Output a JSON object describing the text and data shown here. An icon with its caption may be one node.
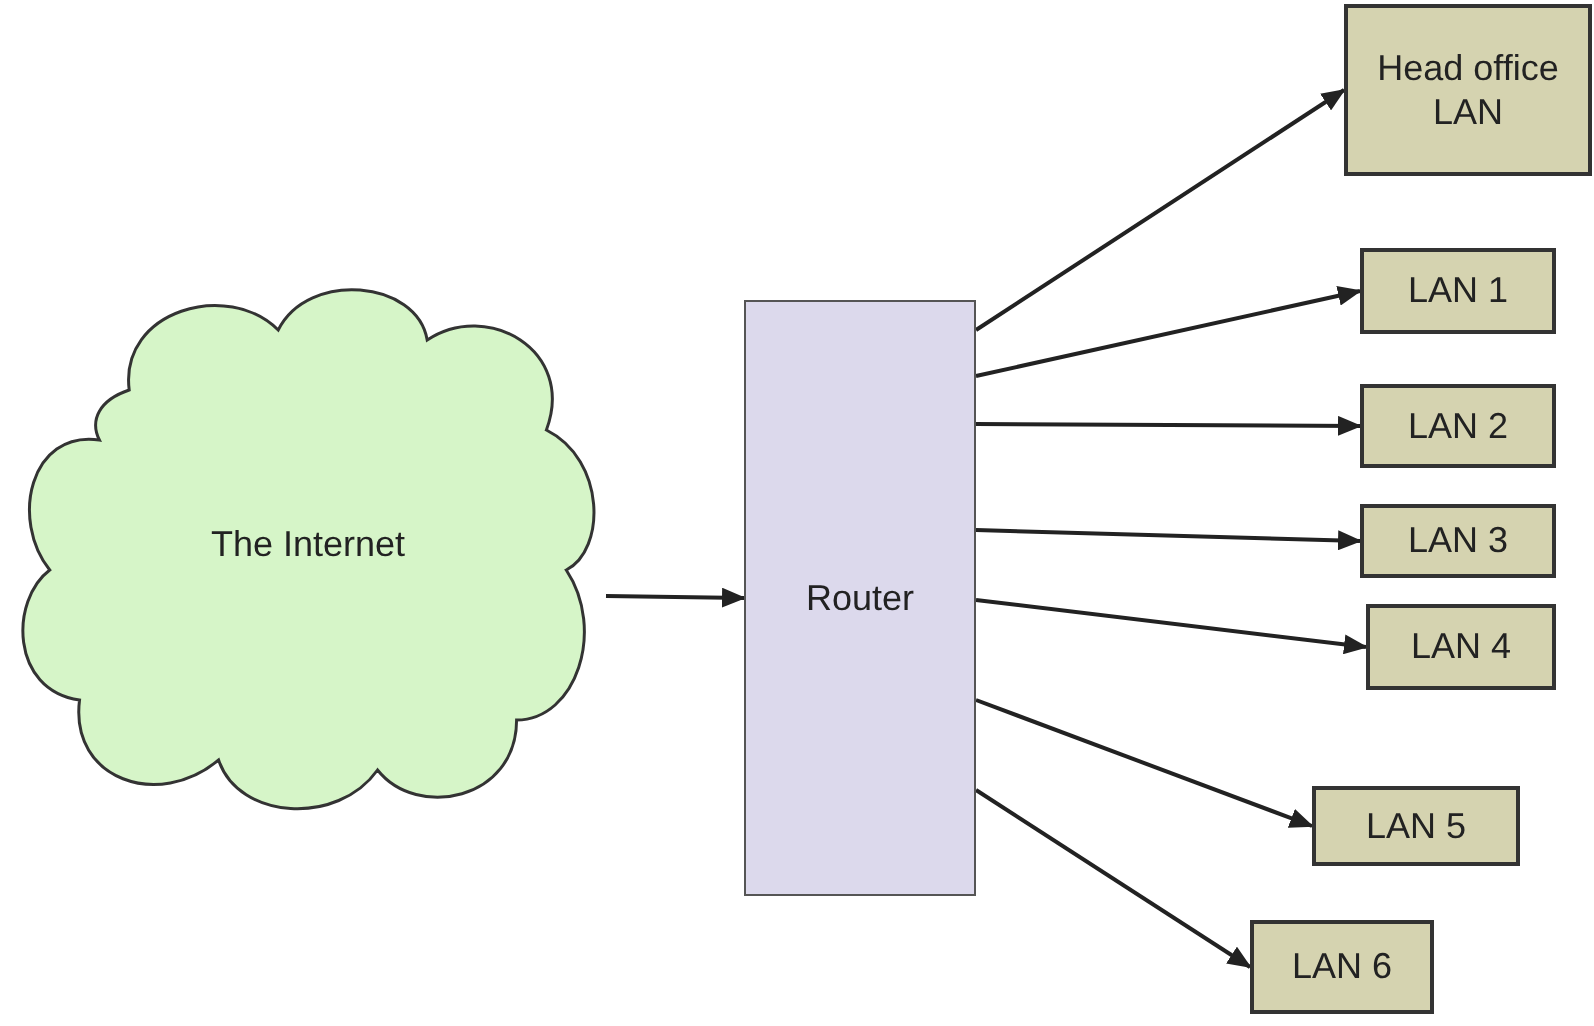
{
  "diagram": {
    "nodes": [
      {
        "text": [
          "The Internet"
        ]
      },
      {
        "text": [
          "Router"
        ]
      },
      {
        "text": [
          "Head office LAN"
        ]
      },
      {
        "text": [
          "LAN 1"
        ]
      },
      {
        "text": [
          "LAN 2"
        ]
      },
      {
        "text": [
          "LAN 3"
        ]
      },
      {
        "text": [
          "LAN 4"
        ]
      },
      {
        "text": [
          "LAN 5"
        ]
      },
      {
        "text": [
          "LAN 6"
        ]
      }
    ],
    "edges": [
      {
        "from": 0,
        "to": 1,
        "arrow": "to"
      },
      {
        "from": 1,
        "to": 2,
        "arrow": "to"
      },
      {
        "from": 1,
        "to": 3,
        "arrow": "to"
      },
      {
        "from": 1,
        "to": 4,
        "arrow": "to"
      },
      {
        "from": 1,
        "to": 5,
        "arrow": "to"
      },
      {
        "from": 1,
        "to": 6,
        "arrow": "to"
      },
      {
        "from": 1,
        "to": 7,
        "arrow": "to"
      },
      {
        "from": 1,
        "to": 8,
        "arrow": "to"
      }
    ]
  }
}
